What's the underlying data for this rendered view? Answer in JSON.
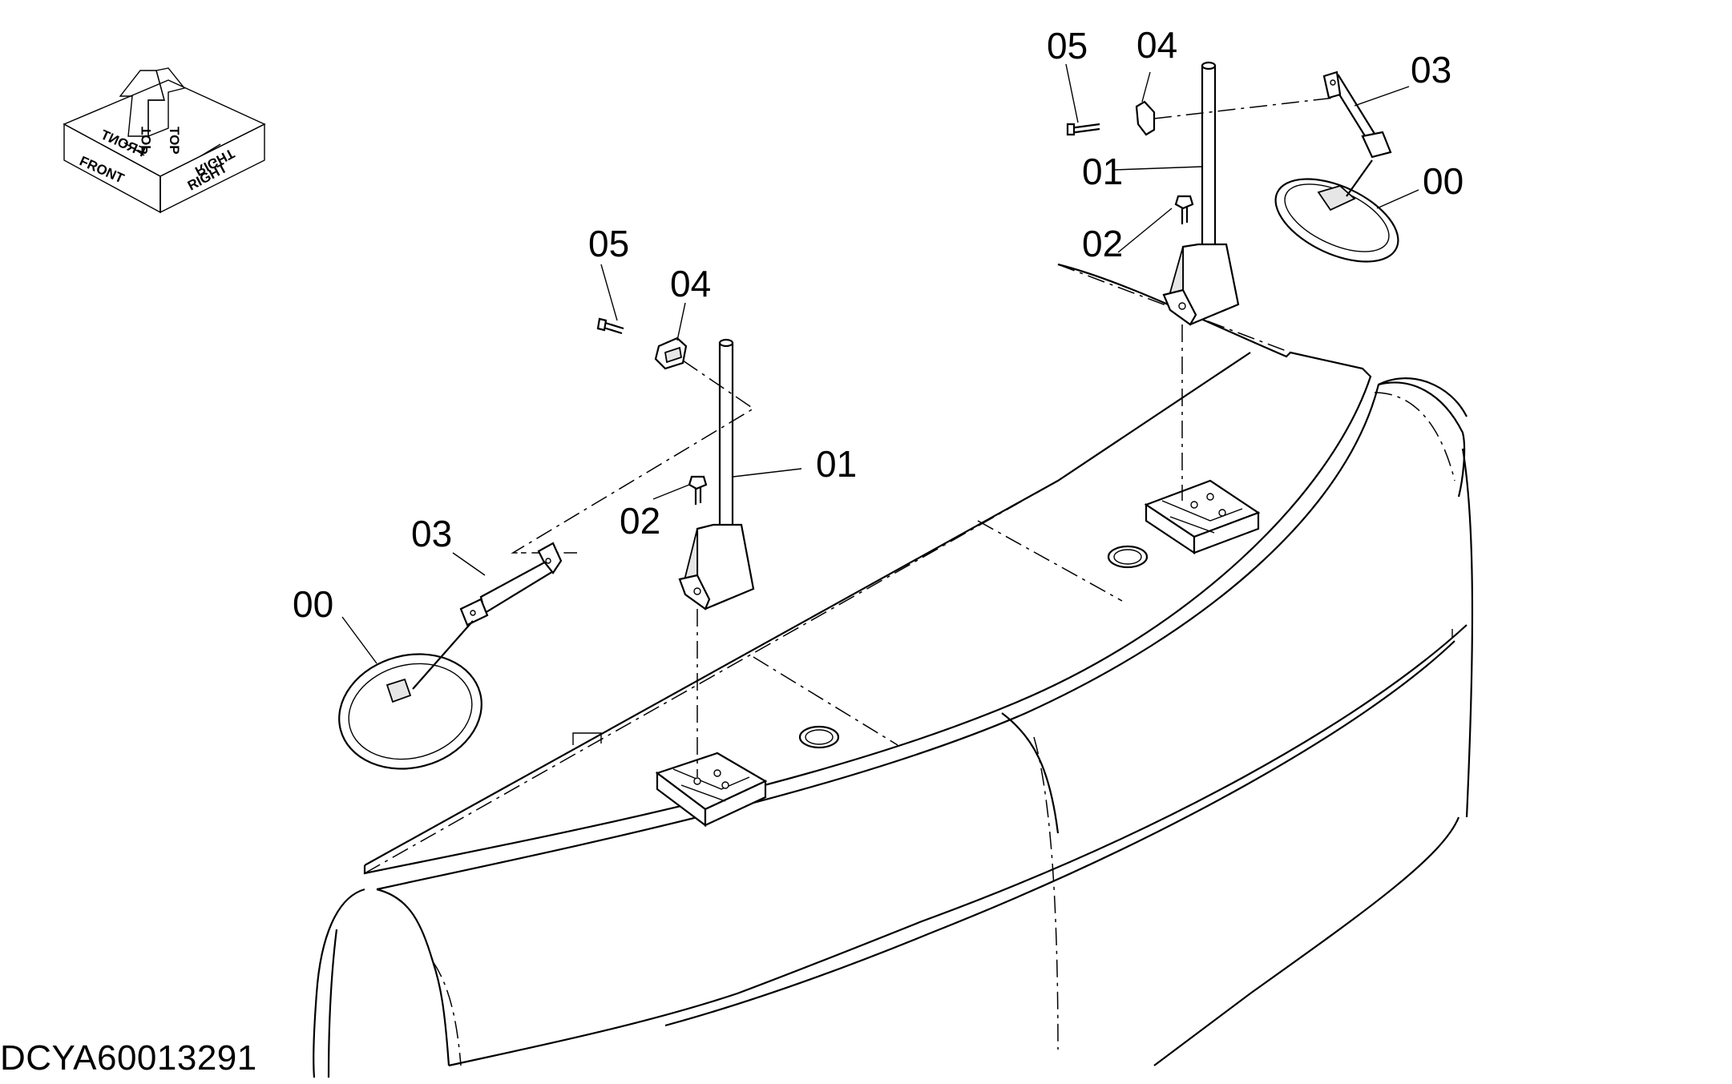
{
  "orientation_indicator": {
    "top": "TOP",
    "front": "FRONT",
    "right": "RIGHT"
  },
  "callouts": {
    "left": {
      "mirror": "00",
      "stay": "01",
      "bolt": "02",
      "arm": "03",
      "clamp": "04",
      "screw": "05"
    },
    "right": {
      "mirror": "00",
      "stay": "01",
      "bolt": "02",
      "arm": "03",
      "clamp": "04",
      "screw": "05"
    }
  },
  "drawing_id": "DCYA60013291"
}
